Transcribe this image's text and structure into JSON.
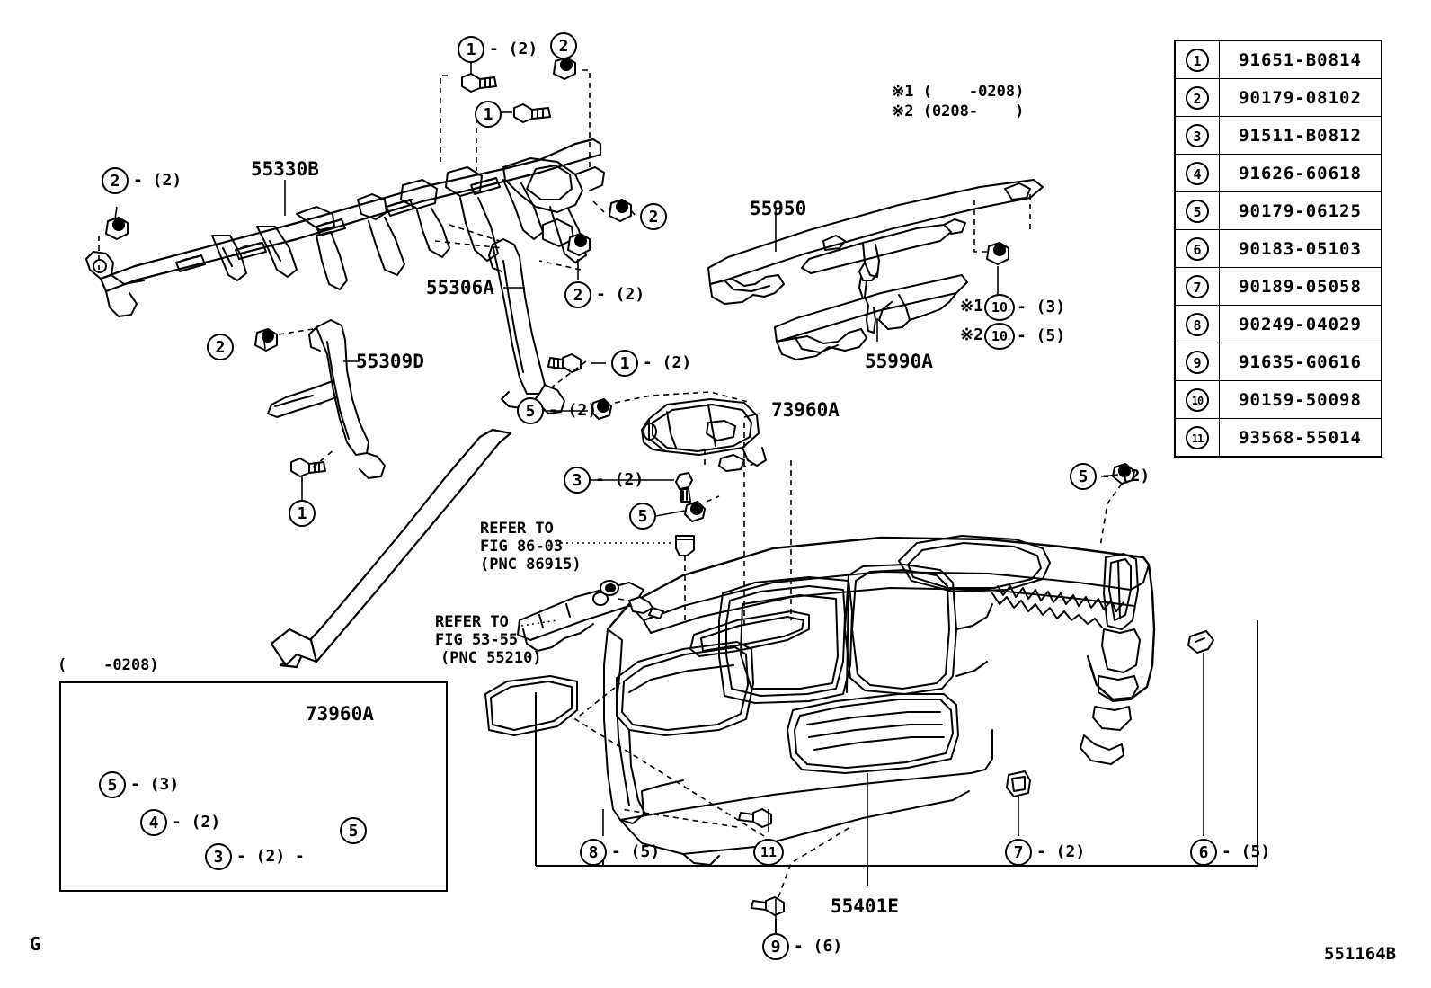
{
  "figure": {
    "id": "551164B",
    "corner_mark": "G"
  },
  "parts_table": {
    "rows": [
      {
        "ref": "1",
        "number": "91651-B0814"
      },
      {
        "ref": "2",
        "number": "90179-08102"
      },
      {
        "ref": "3",
        "number": "91511-B0812"
      },
      {
        "ref": "4",
        "number": "91626-60618"
      },
      {
        "ref": "5",
        "number": "90179-06125"
      },
      {
        "ref": "6",
        "number": "90183-05103"
      },
      {
        "ref": "7",
        "number": "90189-05058"
      },
      {
        "ref": "8",
        "number": "90249-04029"
      },
      {
        "ref": "9",
        "number": "91635-G0616"
      },
      {
        "ref": "10",
        "number": "90159-50098"
      },
      {
        "ref": "11",
        "number": "93568-55014"
      }
    ]
  },
  "date_notes": {
    "note1": "※1 (    -0208)",
    "note2": "※2 (0208-    )"
  },
  "part_labels": {
    "reinforcement": "55330B",
    "brace_center": "55306A",
    "brace_side": "55309D",
    "defroster_nozzle": "55950",
    "defroster_duct": "55990A",
    "glove_box_door_top": "73960A",
    "glove_box_door_inset": "73960A",
    "instrument_panel": "55401E"
  },
  "refer_notes": {
    "ref1_line1": "REFER TO",
    "ref1_line2": "FIG 86-03",
    "ref1_line3": "(PNC 86915)",
    "ref2_line1": "REFER TO",
    "ref2_line2": "FIG 53-55",
    "ref2_line3": "(PNC 55210)"
  },
  "inset": {
    "date_range": "(    -0208)"
  },
  "callouts": {
    "c_top_left_2": {
      "ref": "2",
      "qty": "- (2)"
    },
    "c_top_1a": {
      "ref": "1",
      "qty": "- (2)"
    },
    "c_top_1b": {
      "ref": "1",
      "qty": ""
    },
    "c_top_2a": {
      "ref": "2",
      "qty": ""
    },
    "c_mid_2_right": {
      "ref": "2",
      "qty": ""
    },
    "c_mid_2_bottom": {
      "ref": "2",
      "qty": "- (2)"
    },
    "c_left_2": {
      "ref": "2",
      "qty": ""
    },
    "c_left_1": {
      "ref": "1",
      "qty": ""
    },
    "c_brace_1": {
      "ref": "1",
      "qty": "- (2)"
    },
    "c_duct_10a": {
      "prefix": "※1",
      "ref": "10",
      "qty": "- (3)"
    },
    "c_duct_10b": {
      "prefix": "※2",
      "ref": "10",
      "qty": "- (5)"
    },
    "c_ab_5a": {
      "ref": "5",
      "qty": "- (2)"
    },
    "c_ab_3": {
      "ref": "3",
      "qty": "- (2)"
    },
    "c_ab_5b": {
      "ref": "5",
      "qty": ""
    },
    "c_dash_5": {
      "ref": "5",
      "qty": "- (2)"
    },
    "c_bot_8": {
      "ref": "8",
      "qty": "- (5)"
    },
    "c_bot_11": {
      "ref": "11",
      "qty": ""
    },
    "c_bot_9": {
      "ref": "9",
      "qty": "- (6)"
    },
    "c_bot_7": {
      "ref": "7",
      "qty": "- (2)"
    },
    "c_bot_6": {
      "ref": "6",
      "qty": "- (5)"
    },
    "c_inset_5a": {
      "ref": "5",
      "qty": "- (3)"
    },
    "c_inset_4": {
      "ref": "4",
      "qty": "- (2)"
    },
    "c_inset_3": {
      "ref": "3",
      "qty": "- (2) -"
    },
    "c_inset_5b": {
      "ref": "5",
      "qty": ""
    }
  }
}
